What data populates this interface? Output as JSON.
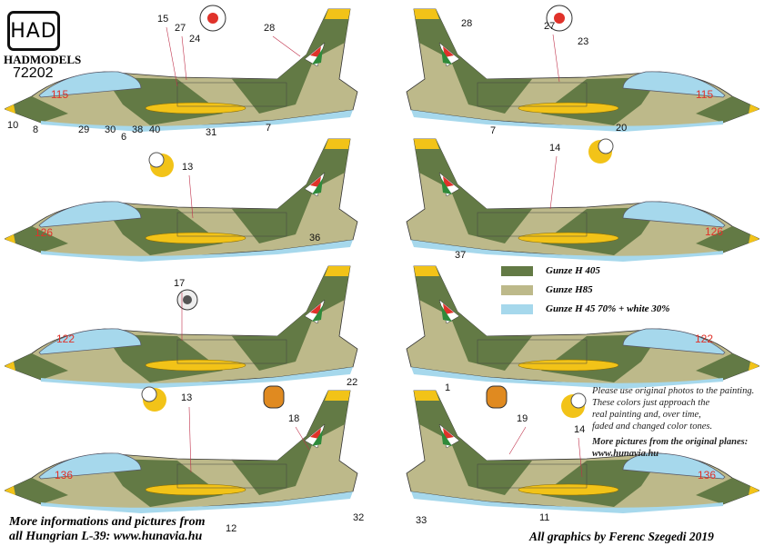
{
  "logo": {
    "mark": "HAD",
    "brand": "HADMODELS",
    "code": "72202"
  },
  "legend": [
    {
      "label": "Gunze H 405",
      "color": "#637a45"
    },
    {
      "label": "Gunze H85",
      "color": "#bdb98a"
    },
    {
      "label": "Gunze H 45 70% + white 30%",
      "color": "#a6d8ec"
    }
  ],
  "note": {
    "lines": [
      "Please use original photos to the painting.",
      "These colors just approach the",
      "real painting and, over time,",
      "faded and changed color tones."
    ],
    "more": "More pictures from the original planes:",
    "url": "www.hunavia.hu"
  },
  "footer": {
    "left_line1": "More informations and pictures from",
    "left_line2": "all Hungrian L-39: www.hunavia.hu",
    "right": "All graphics by Ferenc Szegedi 2019"
  },
  "colors": {
    "dark_green": "#637a45",
    "sand": "#bdb98a",
    "light_blue": "#a6d8ec",
    "yellow": "#f2c318",
    "red": "#e0322a"
  },
  "aircraft": [
    {
      "tail": "115",
      "callouts": [
        "15",
        "27",
        "24",
        "28",
        "10",
        "8",
        "29",
        "30",
        "6",
        "38",
        "40",
        "31",
        "7"
      ]
    },
    {
      "tail": "115",
      "callouts": [
        "28",
        "27",
        "23",
        "20",
        "7"
      ]
    },
    {
      "tail": "126",
      "callouts": [
        "13",
        "36"
      ]
    },
    {
      "tail": "126",
      "callouts": [
        "14",
        "37"
      ]
    },
    {
      "tail": "122",
      "callouts": [
        "17"
      ]
    },
    {
      "tail": "122",
      "callouts": []
    },
    {
      "tail": "136",
      "callouts": [
        "13",
        "18",
        "22",
        "12",
        "32"
      ]
    },
    {
      "tail": "136",
      "callouts": [
        "1",
        "19",
        "14",
        "33",
        "11"
      ]
    }
  ]
}
